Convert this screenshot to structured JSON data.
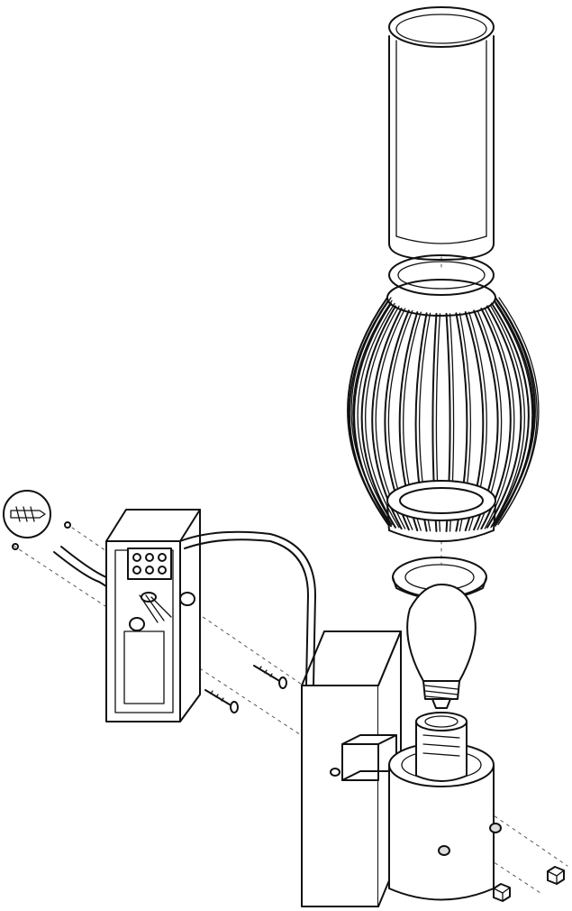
{
  "diagram": {
    "type": "exploded-assembly-drawing",
    "line_color": "#111111",
    "background": "#ffffff",
    "parts": [
      "glass-cylinder-shade",
      "top-ring",
      "wire-cage",
      "lamp-ring",
      "light-bulb",
      "lamp-socket-holder",
      "wall-backplate",
      "mounting-plate",
      "terminal-block",
      "power-cable",
      "wall-screws",
      "wall-plug-detail",
      "nuts"
    ]
  }
}
